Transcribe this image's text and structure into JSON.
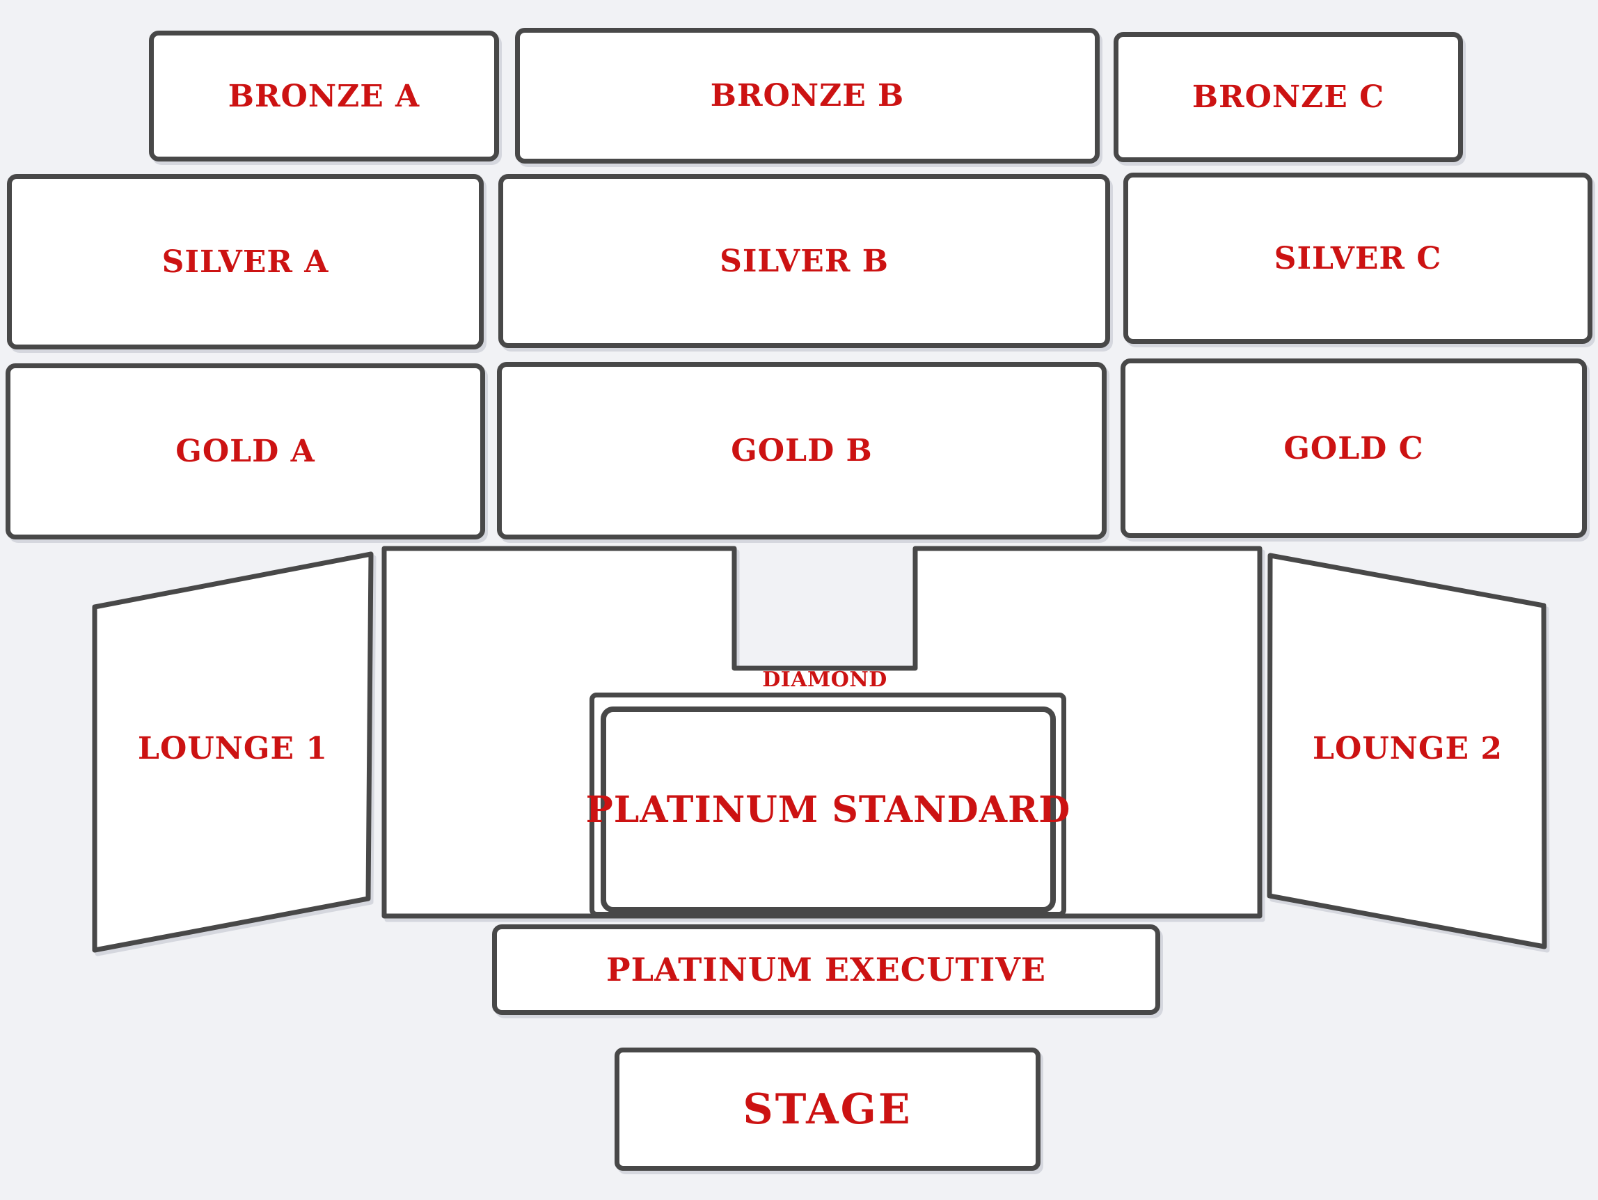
{
  "theme": {
    "background": "#f1f2f5",
    "section_fill": "#ffffff",
    "border_color": "#484848",
    "label_color": "#cc1212"
  },
  "sections": {
    "bronze_a": {
      "label": "BRONZE A"
    },
    "bronze_b": {
      "label": "BRONZE B"
    },
    "bronze_c": {
      "label": "BRONZE C"
    },
    "silver_a": {
      "label": "SILVER A"
    },
    "silver_b": {
      "label": "SILVER B"
    },
    "silver_c": {
      "label": "SILVER C"
    },
    "gold_a": {
      "label": "GOLD A"
    },
    "gold_b": {
      "label": "GOLD B"
    },
    "gold_c": {
      "label": "GOLD C"
    },
    "lounge_1": {
      "label": "LOUNGE 1"
    },
    "lounge_2": {
      "label": "LOUNGE 2"
    },
    "diamond": {
      "label": "DIAMOND"
    },
    "platinum_standard": {
      "label": "PLATINUM STANDARD"
    },
    "platinum_executive": {
      "label": "PLATINUM EXECUTIVE"
    },
    "stage": {
      "label": "STAGE"
    }
  }
}
